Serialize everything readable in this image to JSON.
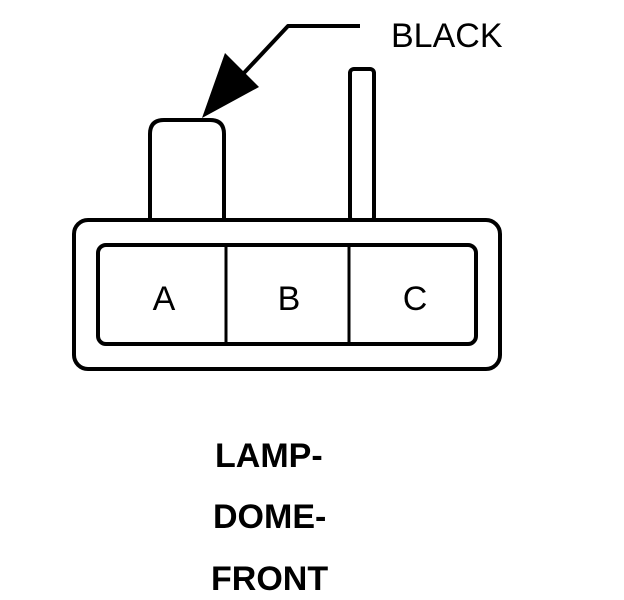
{
  "callout": {
    "label": "BLACK"
  },
  "connector": {
    "cavities": [
      {
        "label": "A"
      },
      {
        "label": "B"
      },
      {
        "label": "C"
      }
    ]
  },
  "title": {
    "lines": [
      "LAMP-",
      "DOME-",
      "FRONT"
    ]
  },
  "colors": {
    "stroke": "#000000",
    "background": "#ffffff"
  }
}
